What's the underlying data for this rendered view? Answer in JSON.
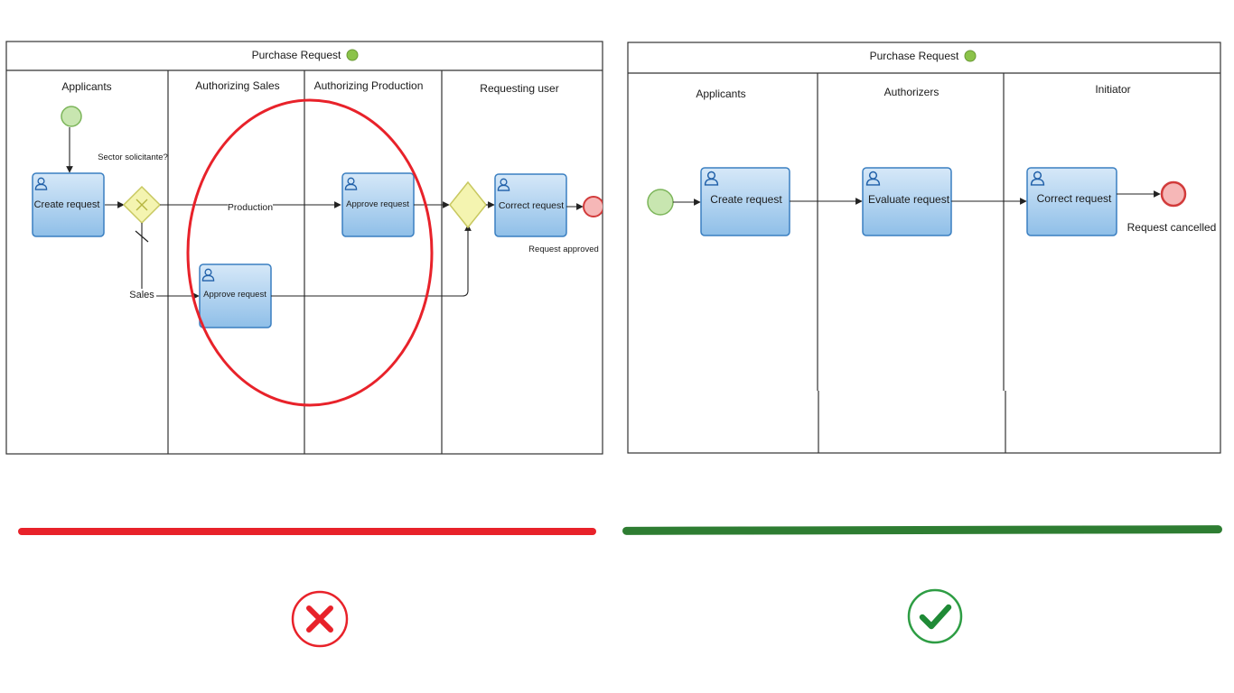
{
  "colors": {
    "bad": "#e8222a",
    "good": "#2e7d32",
    "task_fill_top": "#d6e8f8",
    "task_fill_bottom": "#8fbfe8",
    "task_stroke": "#3a7fc1",
    "start_fill": "#c8e6b0",
    "start_stroke": "#7cb55a",
    "end_fill": "#f6b7b7",
    "end_stroke": "#d23b3b",
    "gateway_fill": "#f4f4b0",
    "gateway_stroke": "#c8c860",
    "header_dot": "#8bc34a"
  },
  "left": {
    "pool_title": "Purchase Request",
    "lanes": [
      "Applicants",
      "Authorizing Sales",
      "Authorizing Production",
      "Requesting user"
    ],
    "gateway_question": "Sector solicitante?",
    "tasks": {
      "create": "Create request",
      "approve_prod": "Approve request",
      "approve_sales": "Approve request",
      "correct": "Correct request"
    },
    "flows": {
      "production": "Production",
      "sales": "Sales"
    },
    "end_label": "Request approved",
    "verdict_icon": "x-mark-icon"
  },
  "right": {
    "pool_title": "Purchase Request",
    "lanes": [
      "Applicants",
      "Authorizers",
      "Initiator"
    ],
    "tasks": {
      "create": "Create request",
      "evaluate": "Evaluate request",
      "correct": "Correct request"
    },
    "end_label": "Request cancelled",
    "verdict_icon": "check-mark-icon"
  }
}
